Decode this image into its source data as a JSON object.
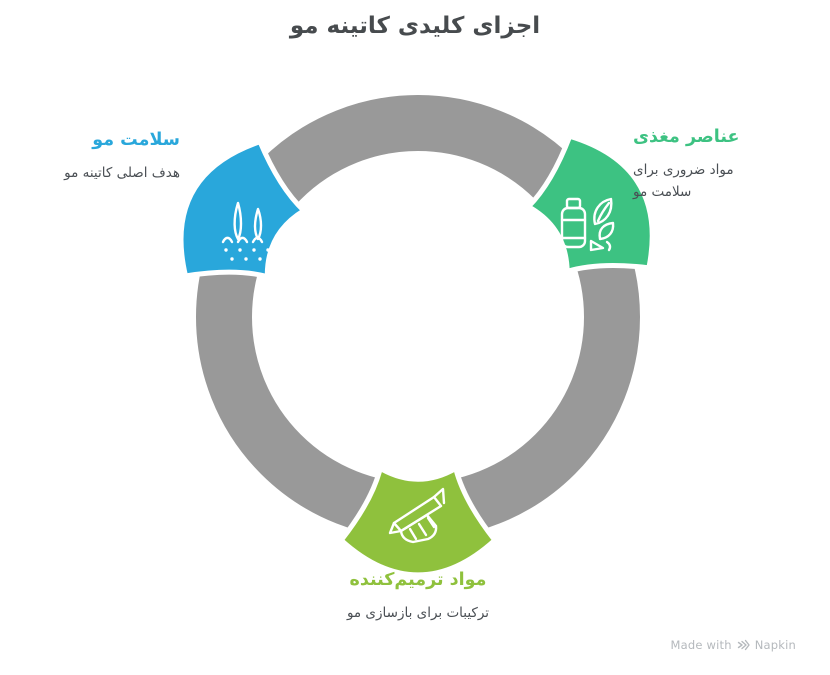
{
  "title": "اجزای کلیدی کاتینه مو",
  "nodes": [
    {
      "id": "hair-health",
      "label": "سلامت مو",
      "description": "هدف اصلی کاتینه مو",
      "color": "#29A7DB",
      "icon": "hair-follicle-icon"
    },
    {
      "id": "nutrients",
      "label": "عناصر مغذی",
      "description": "مواد ضروری برای سلامت مو",
      "color": "#3DC282",
      "icon": "nutrient-bottle-icon"
    },
    {
      "id": "repair-materials",
      "label": "مواد ترمیم‌کننده",
      "description": "ترکیبات برای بازسازی مو",
      "color": "#8FC13D",
      "icon": "bandage-icon"
    }
  ],
  "colors": {
    "ring": "#999999",
    "title_text": "#474B4E",
    "body_text": "#4A4F54",
    "footer_text": "#B5B9BD",
    "icon_stroke": "#FFFFFF"
  },
  "footer": {
    "made_with": "Made with",
    "brand": "Napkin"
  }
}
